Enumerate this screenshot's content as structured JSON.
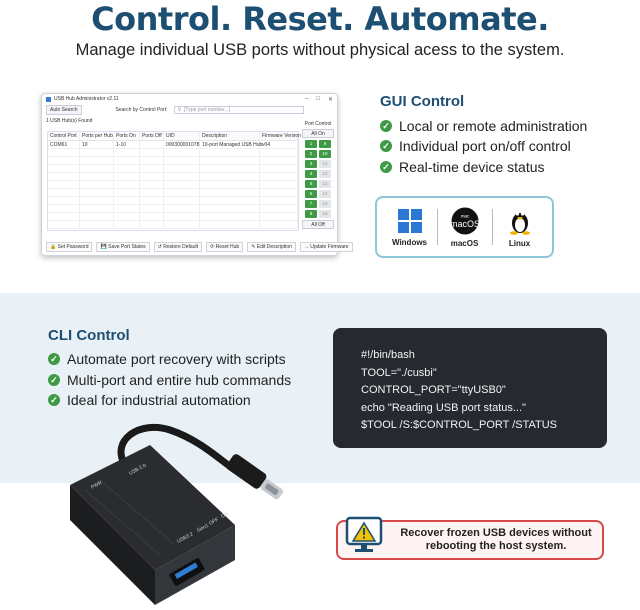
{
  "header": {
    "title": "Control. Reset. Automate.",
    "subtitle": "Manage individual USB ports without physical acess to the system."
  },
  "gui_window": {
    "title": "USB Hub Administrator v2.11",
    "auto_search_label": "Auto Search",
    "search_label": "Search by Control Port:",
    "search_placeholder": "[Type port number...]",
    "found_text": "1 USB Hub(s) Found",
    "port_control_label": "Port Control",
    "all_on_label": "All On",
    "all_off_label": "All Off",
    "columns": [
      "Control Port",
      "Ports per Hub",
      "Ports On",
      "Ports Off",
      "UID",
      "Description",
      "Firmware Version"
    ],
    "rows": [
      [
        "COM61",
        "10",
        "1-10",
        "",
        "000300001078",
        "10-port Managed USB Hub",
        "v04"
      ]
    ],
    "ports": [
      {
        "a": "1",
        "b": "9",
        "a_on": true,
        "b_on": true
      },
      {
        "a": "2",
        "b": "10",
        "a_on": true,
        "b_on": true
      },
      {
        "a": "3",
        "b": "11",
        "a_on": true,
        "b_on": false
      },
      {
        "a": "4",
        "b": "12",
        "a_on": true,
        "b_on": false
      },
      {
        "a": "5",
        "b": "13",
        "a_on": true,
        "b_on": false
      },
      {
        "a": "6",
        "b": "14",
        "a_on": true,
        "b_on": false
      },
      {
        "a": "7",
        "b": "15",
        "a_on": true,
        "b_on": false
      },
      {
        "a": "8",
        "b": "16",
        "a_on": true,
        "b_on": false
      }
    ],
    "bottom_buttons": [
      "Set Password",
      "Save Port States",
      "Restore Default",
      "Reset Hub",
      "Edit Description",
      "Update Firmware"
    ]
  },
  "gui_control": {
    "title": "GUI Control",
    "features": [
      "Local or remote administration",
      "Individual port on/off control",
      "Real-time device status"
    ]
  },
  "os_support": [
    {
      "label": "Windows",
      "icon": "windows-icon"
    },
    {
      "label": "macOS",
      "icon": "macos-icon",
      "badge": "macOS",
      "badge_small": "mac"
    },
    {
      "label": "Linux",
      "icon": "linux-tux-icon"
    }
  ],
  "cli_control": {
    "title": "CLI Control",
    "features": [
      "Automate port recovery with scripts",
      "Multi-port and entire hub commands",
      "Ideal for industrial automation"
    ]
  },
  "terminal": {
    "lines": [
      "#!/bin/bash",
      "TOOL=\"./cusbi\"",
      "CONTROL_PORT=\"ttyUSB0\"",
      "echo \"Reading USB port status...\"",
      "$TOOL /S:$CONTROL_PORT /STATUS"
    ]
  },
  "device": {
    "labels": [
      "USB 2.0",
      "USB3.2",
      "Gen1",
      "PWR",
      "OFF",
      "ON"
    ]
  },
  "callout": {
    "text_line1": "Recover frozen USB devices without",
    "text_line2": "rebooting the host system."
  },
  "colors": {
    "brand": "#1d4f73",
    "check": "#3f9a46",
    "alert": "#d64a4a"
  }
}
